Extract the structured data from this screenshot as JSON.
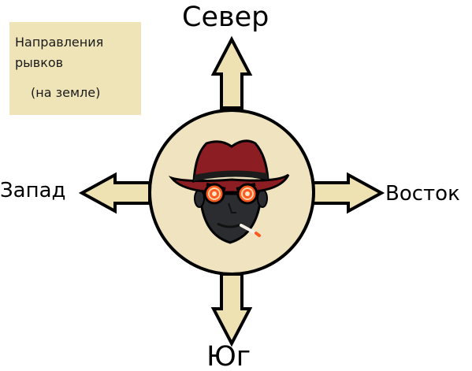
{
  "legend": {
    "line1": "Направления",
    "line2": "рывков",
    "line3": "(на земле)"
  },
  "directions": {
    "north": "Север",
    "south": "Юг",
    "west": "Запад",
    "east": "Восток"
  },
  "colors": {
    "arrow_fill": "#eee1b2",
    "circle_fill": "#efe4bf",
    "outline": "#000000",
    "legend_bg": "#efe4b8",
    "hat": "#8c1d22",
    "eyes": "#ff5a1f"
  },
  "icons": {
    "center": "spy-character-icon"
  }
}
